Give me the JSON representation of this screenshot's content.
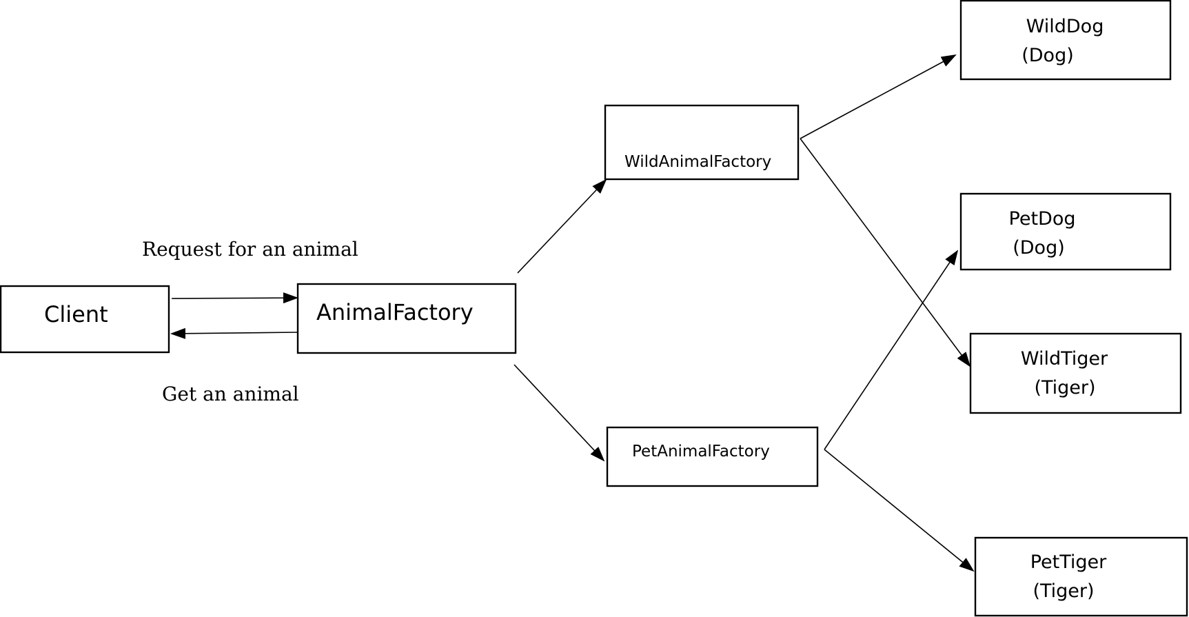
{
  "diagram": {
    "nodes": {
      "client": {
        "label": "Client"
      },
      "animal_factory": {
        "label": "AnimalFactory"
      },
      "wild_animal_factory": {
        "label": "WildAnimalFactory"
      },
      "pet_animal_factory": {
        "label": "PetAnimalFactory"
      },
      "wild_dog": {
        "name": "WildDog",
        "type": "(Dog)"
      },
      "pet_dog": {
        "name": "PetDog",
        "type": "(Dog)"
      },
      "wild_tiger": {
        "name": "WildTiger",
        "type": "(Tiger)"
      },
      "pet_tiger": {
        "name": "PetTiger",
        "type": "(Tiger)"
      }
    },
    "edge_labels": {
      "request": "Request for an animal",
      "response": "Get an animal"
    }
  }
}
